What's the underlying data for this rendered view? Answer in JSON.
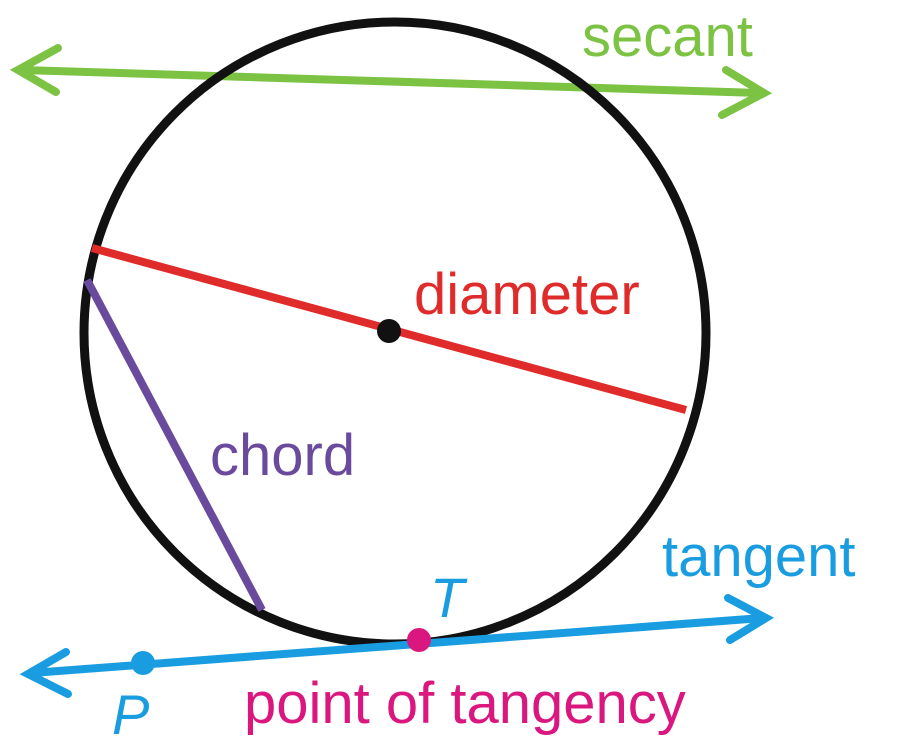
{
  "labels": {
    "secant": "secant",
    "diameter": "diameter",
    "chord": "chord",
    "tangent": "tangent",
    "point_t": "T",
    "point_p": "P",
    "point_of_tangency": "point of tangency"
  },
  "colors": {
    "circle": "#111111",
    "secant": "#7cc243",
    "diameter": "#e02b2b",
    "center_point": "#111111",
    "chord": "#6a4a9c",
    "tangent": "#1a9de0",
    "point_of_tangency": "#d9177e",
    "background": "#ffffff"
  }
}
